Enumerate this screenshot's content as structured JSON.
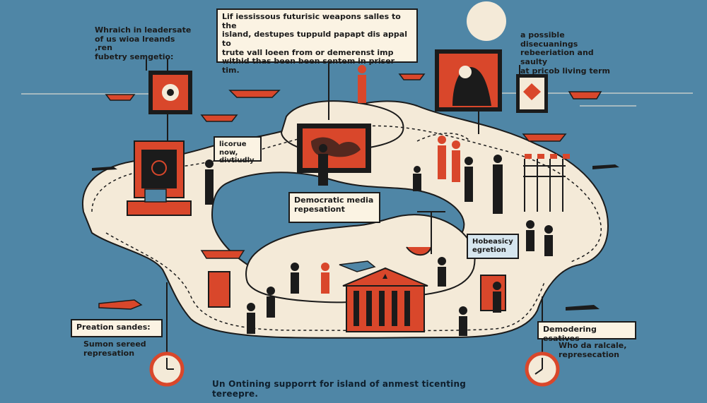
{
  "labels": {
    "top_left": "Whraich in leadersate\nof us wioa lreands ,ren\nfubetry semgetio:",
    "top_center": "Lif iessissous futurisic weapons salles to the\nisland, destupes tuppuld papapt dis appal to\ntrute vall loeen from or demerenst imp\nwithid thas been been sentem in priser tim.",
    "top_right": "a possible disecuanings\nrebeeriation and saulty\nat pricob living term",
    "island_left": "licorue now,\ndivtiudly",
    "center_media": "Democratic media\nrepesationt",
    "right_sign": "Hobeasicy\negretion",
    "bottom_left_heading": "Preation sandes:",
    "bottom_left_body": "Sumon sereed\nrepresation",
    "bottom_right_heading": "Demodering esatives",
    "bottom_right_body": "Who da ralcale,\nrepresecation",
    "bottom_caption": "Un Ontining supporrt for island of anmest ticenting tereepre."
  },
  "colors": {
    "sea": "#4f86a6",
    "land": "#f4ead8",
    "accent": "#d9472b",
    "ink": "#1b1b1b",
    "label_bg": "#fbf3e3"
  }
}
